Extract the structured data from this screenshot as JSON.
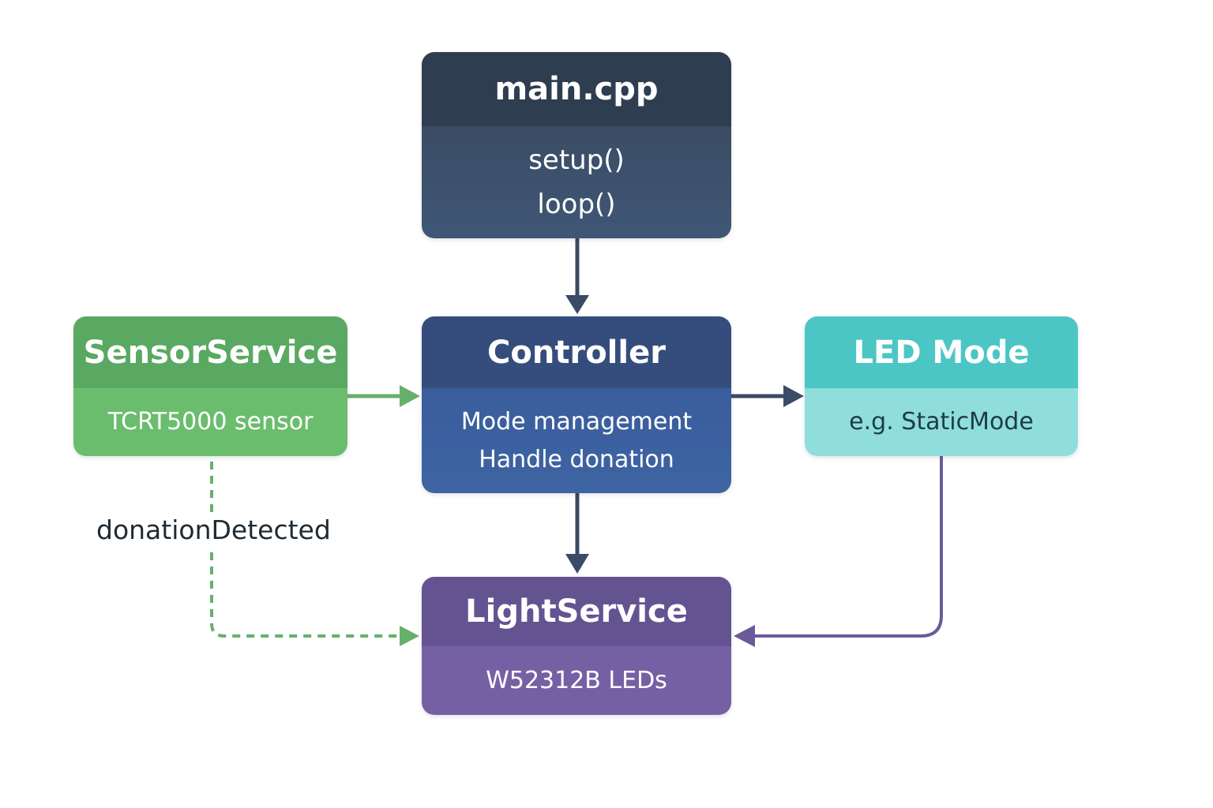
{
  "nodes": {
    "main": {
      "title": "main.cpp",
      "lines": [
        "setup()",
        "loop()"
      ]
    },
    "controller": {
      "title": "Controller",
      "lines": [
        "Mode management",
        "Handle donation"
      ]
    },
    "sensor": {
      "title": "SensorService",
      "lines": [
        "TCRT5000 sensor"
      ]
    },
    "led_mode": {
      "title": "LED Mode",
      "lines": [
        "e.g. StaticMode"
      ]
    },
    "light": {
      "title": "LightService",
      "lines": [
        "W52312B LEDs"
      ]
    }
  },
  "edges": {
    "donation_label": "donationDetected"
  },
  "colors": {
    "main_header": "#2e3e50",
    "main_body": "#3f5675",
    "controller_header": "#354d7d",
    "controller_body": "#3e64a2",
    "sensor_header": "#5aa962",
    "sensor_body": "#6abd6d",
    "led_header": "#4cc6c4",
    "led_body": "#8fdedc",
    "light_header": "#635491",
    "light_body": "#7660a4",
    "arrow_dark": "#3b4a66",
    "arrow_green": "#67b06b",
    "arrow_purple": "#6b5a9a"
  }
}
